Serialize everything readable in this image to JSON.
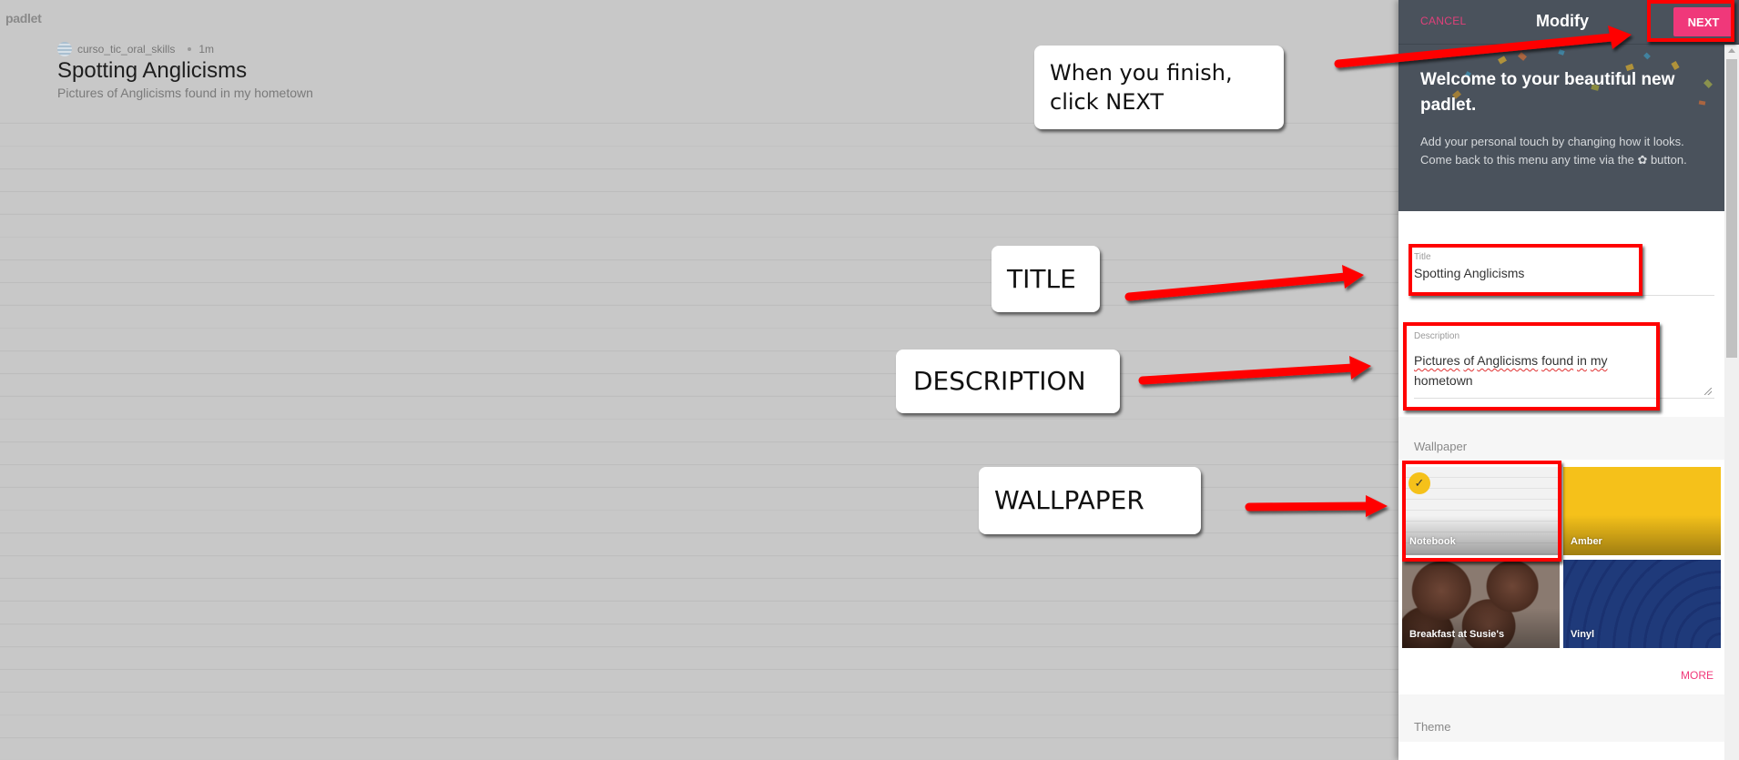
{
  "app": {
    "logo": "padlet"
  },
  "board": {
    "author": "curso_tic_oral_skills",
    "age": "1m",
    "title": "Spotting Anglicisms",
    "description": "Pictures of Anglicisms found in my hometown"
  },
  "panel": {
    "cancel_label": "CANCEL",
    "title": "Modify",
    "next_label": "NEXT",
    "welcome_heading": "Welcome to your beautiful new padlet.",
    "welcome_text": "Add your personal touch by changing how it looks. Come back to this menu any time via the ✿ button.",
    "fields": {
      "title_label": "Title",
      "title_value": "Spotting Anglicisms",
      "description_label": "Description",
      "description_words": [
        "Pictures",
        "of",
        "Anglicisms",
        "found",
        "in",
        "my"
      ],
      "description_line2": "hometown"
    },
    "wallpaper": {
      "label": "Wallpaper",
      "selected": "Notebook",
      "options": [
        {
          "name": "Notebook",
          "color": "#f2f2f2"
        },
        {
          "name": "Amber",
          "color": "#f5c11a"
        },
        {
          "name": "Breakfast at Susie's",
          "color": "#5a3a2c"
        },
        {
          "name": "Vinyl",
          "color": "#1f3a7a"
        }
      ],
      "more_label": "MORE"
    },
    "theme_label": "Theme"
  },
  "annotations": {
    "next_hint_line1": "When you finish,",
    "next_hint_line2": "click NEXT",
    "title_hint": "TITLE",
    "description_hint": "DESCRIPTION",
    "wallpaper_hint": "WALLPAPER"
  },
  "colors": {
    "accent": "#f0387a",
    "panel_header": "#4a525c",
    "annotation_red": "#ff0000"
  }
}
